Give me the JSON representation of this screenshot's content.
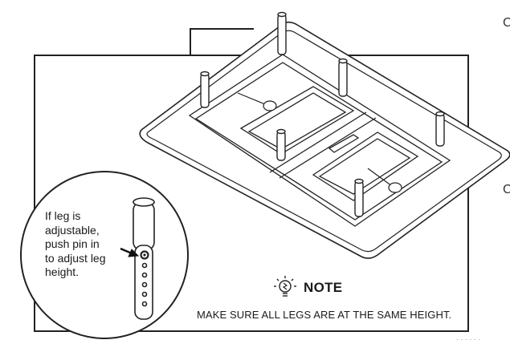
{
  "callout": {
    "lines": [
      "If leg is",
      "adjustable,",
      "push pin in",
      "to adjust leg",
      "height."
    ]
  },
  "note": {
    "label": "NOTE",
    "icon": "lightbulb-icon"
  },
  "instruction": "MAKE SURE ALL LEGS ARE AT THE SAME HEIGHT.",
  "edge_marks": [
    "C",
    "C"
  ],
  "footer_fragment": "· · · · ·  ·"
}
